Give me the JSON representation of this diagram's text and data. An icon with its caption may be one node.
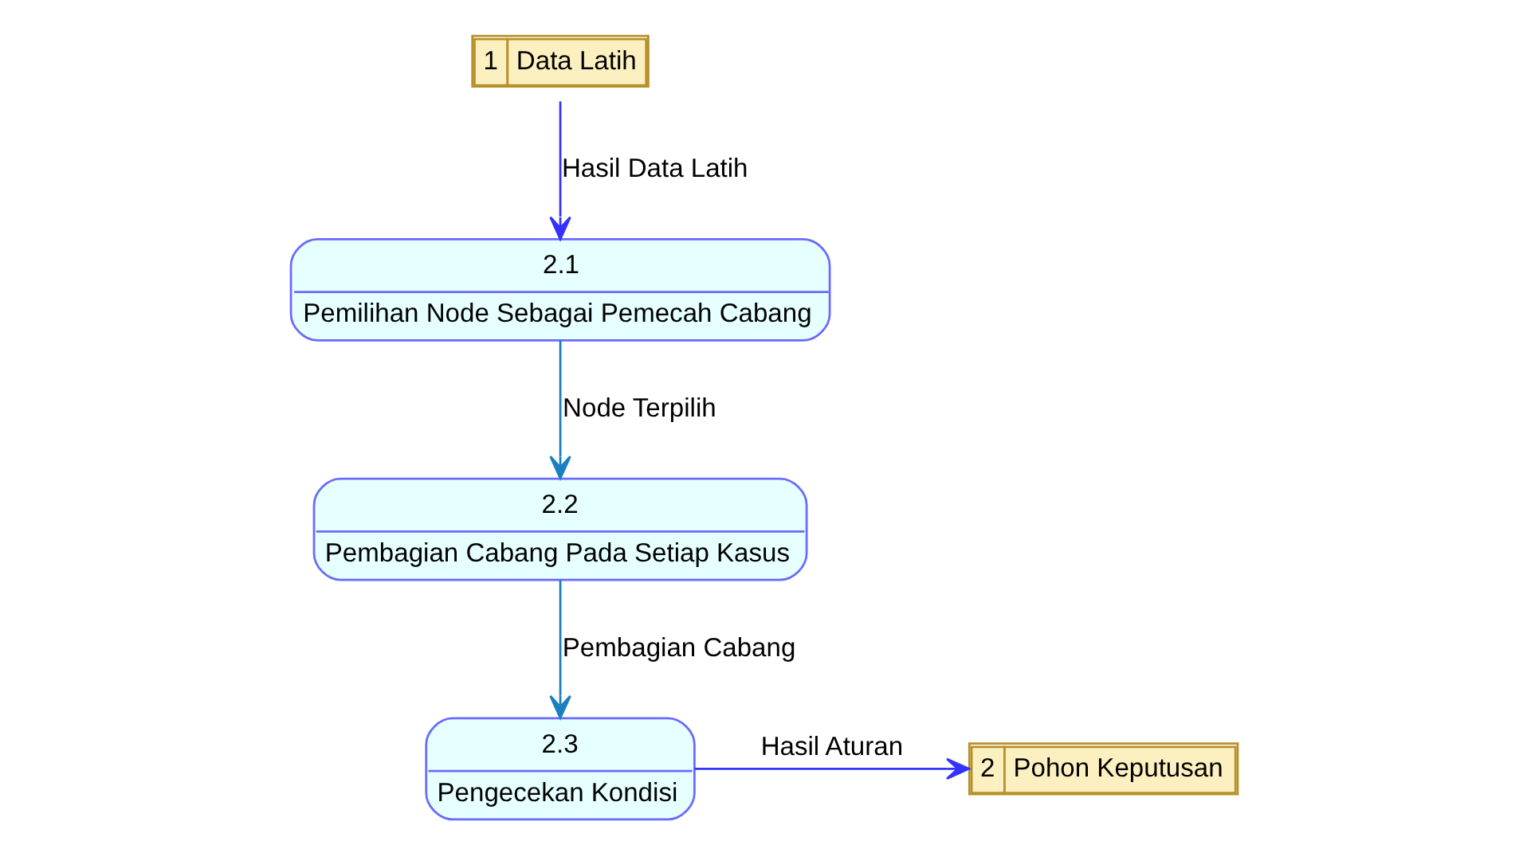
{
  "diagram": {
    "nodes": [
      {
        "text": [
          "1",
          "Data Latih"
        ]
      },
      {
        "text": [
          "2.1",
          "Pemilihan Node Sebagai Pemecah Cabang"
        ]
      },
      {
        "text": [
          "2.2",
          "Pembagian Cabang Pada Setiap Kasus"
        ]
      },
      {
        "text": [
          "2.3",
          "Pengecekan Kondisi"
        ]
      },
      {
        "text": [
          "2",
          "Pohon Keputusan"
        ]
      }
    ],
    "edges": [
      {
        "from": 0,
        "to": 1,
        "arrow": "to",
        "label": "Hasil Data Latih",
        "color": "#3333ff"
      },
      {
        "from": 1,
        "to": 2,
        "arrow": "to",
        "label": "Node Terpilih",
        "color": "#1a7fc0"
      },
      {
        "from": 2,
        "to": 3,
        "arrow": "to",
        "label": "Pembagian Cabang",
        "color": "#1a7fc0"
      },
      {
        "from": 3,
        "to": 4,
        "arrow": "to",
        "label": "Hasil Aturan",
        "color": "#3333ff"
      }
    ]
  }
}
